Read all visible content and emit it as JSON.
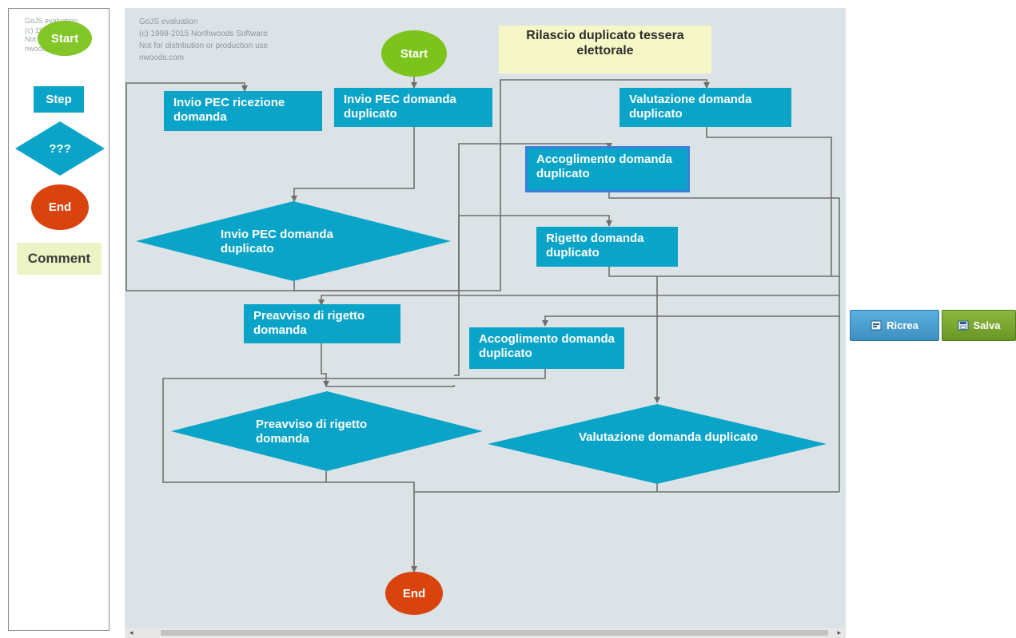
{
  "palette": {
    "watermark": [
      "GoJS evaluation",
      "(c) 1998-2015 Nor",
      "Not for distribution",
      "nwoods.com"
    ],
    "start": "Start",
    "step": "Step",
    "conditional": "???",
    "end": "End",
    "comment": "Comment"
  },
  "canvas": {
    "watermark": [
      "GoJS evaluation",
      "(c) 1998-2015 Northwoods Software",
      "Not for distribution or production use",
      "nwoods.com"
    ],
    "comment": "Rilascio duplicato tessera elettorale",
    "start": "Start",
    "end": "End",
    "steps": {
      "invio_pec_ricezione": "Invio PEC ricezione domanda",
      "invio_pec_domanda": "Invio PEC domanda duplicato",
      "valutazione": "Valutazione domanda duplicato",
      "accoglimento_1": "Accoglimento domanda duplicato",
      "rigetto": "Rigetto domanda duplicato",
      "preavviso": "Preavviso di rigetto domanda",
      "accoglimento_2": "Accoglimento domanda duplicato"
    },
    "decisions": {
      "invio_pec": "Invio PEC domanda duplicato",
      "preavviso": "Preavviso di rigetto domanda",
      "valutazione": "Valutazione domanda duplicato"
    }
  },
  "buttons": {
    "ricrea": "Ricrea",
    "salva": "Salva"
  },
  "colors": {
    "step": "#0aa4c8",
    "start": "#7cc41c",
    "end": "#d9430e",
    "comment": "#f5f8c6",
    "canvas": "#dbe3e6",
    "link": "#6e6e6e"
  }
}
